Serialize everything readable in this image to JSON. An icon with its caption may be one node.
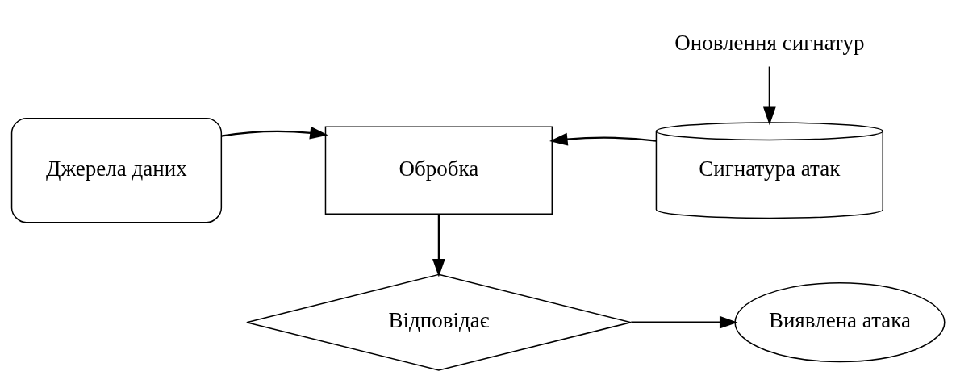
{
  "diagram": {
    "nodes": [
      {
        "text": [
          "Джерела даних"
        ]
      },
      {
        "text": [
          "Обробка"
        ]
      },
      {
        "text": [
          "Сигнатура атак"
        ]
      },
      {
        "text": [
          "Оновлення сигнатур"
        ]
      },
      {
        "text": [
          "Відповідає"
        ]
      },
      {
        "text": [
          "Виявлена атака"
        ]
      }
    ],
    "edges": [
      {
        "from": 0,
        "to": 1,
        "arrow": "to"
      },
      {
        "from": 2,
        "to": 1,
        "arrow": "to"
      },
      {
        "from": 3,
        "to": 2,
        "arrow": "to"
      },
      {
        "from": 1,
        "to": 4,
        "arrow": "to"
      },
      {
        "from": 4,
        "to": 5,
        "arrow": "to"
      }
    ]
  }
}
